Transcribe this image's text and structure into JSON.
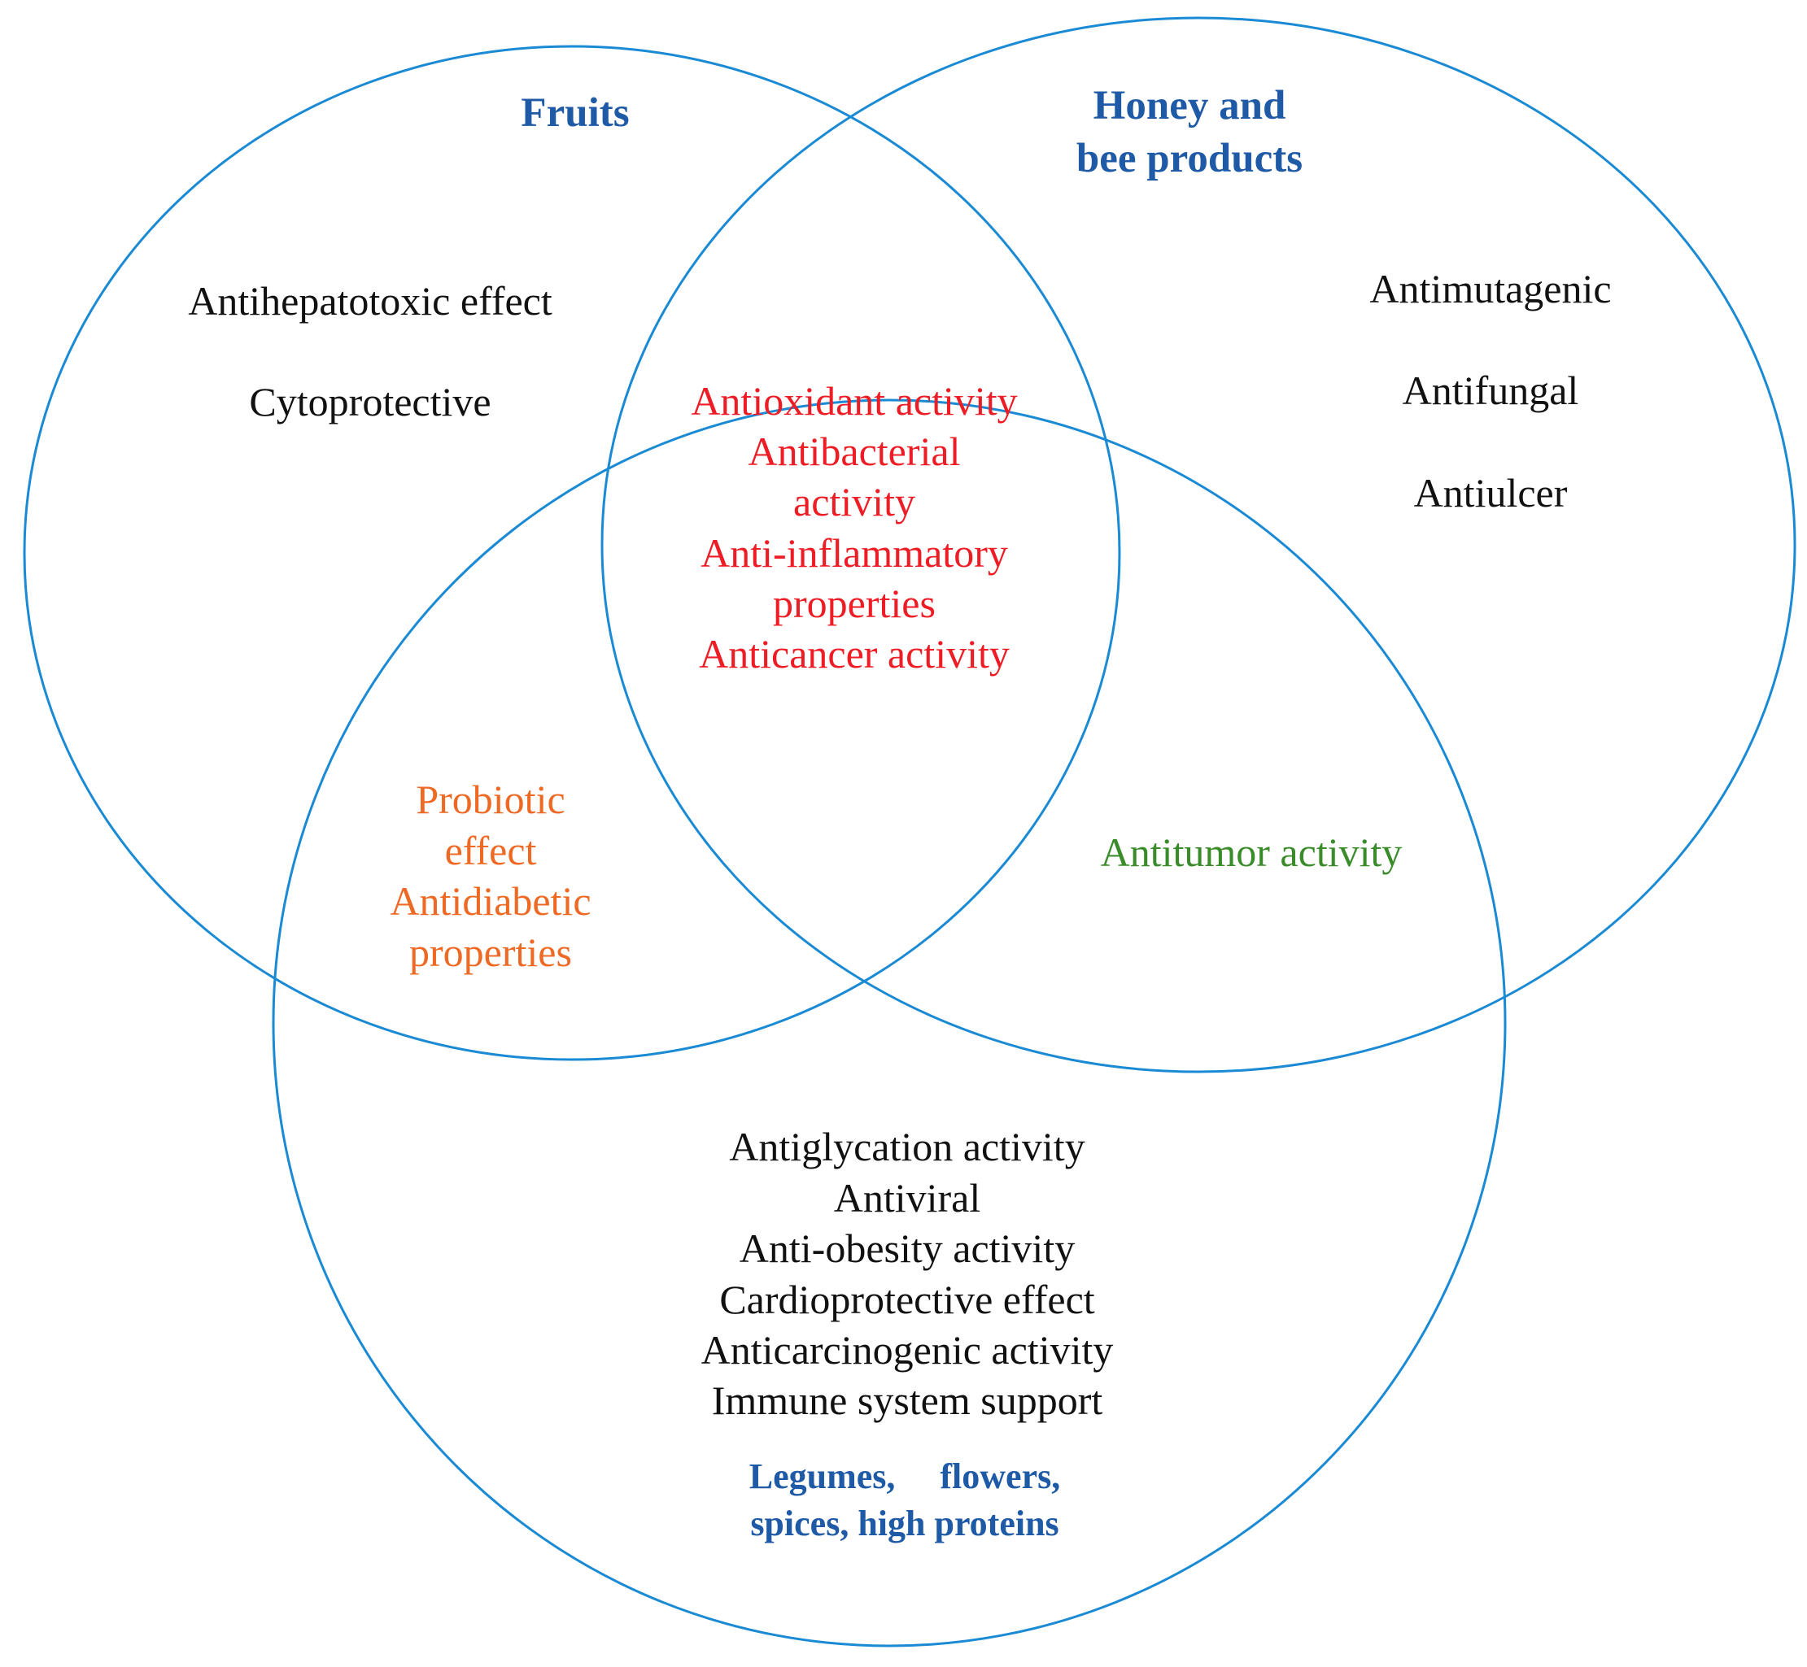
{
  "colors": {
    "circle_stroke": "#1a8ad4",
    "title": "#1f5aa6",
    "black": "#111111",
    "red": "#ee1c24",
    "orange": "#ee6a24",
    "green": "#3a8c2a"
  },
  "sets": {
    "fruits": {
      "title": "Fruits",
      "items": [
        "Antihepatotoxic effect",
        "Cytoprotective"
      ]
    },
    "honey": {
      "title_lines": [
        "Honey and",
        "bee products"
      ],
      "items": [
        "Antimutagenic",
        "Antifungal",
        "Antiulcer"
      ]
    },
    "legumes": {
      "title_lines": [
        "Legumes,     flowers,",
        "spices, high proteins"
      ],
      "items": [
        "Antiglycation activity",
        "Antiviral",
        "Anti-obesity activity",
        "Cardioprotective effect",
        "Anticarcinogenic activity",
        "Immune system support"
      ]
    }
  },
  "intersections": {
    "all_three": [
      "Antioxidant activity",
      "Antibacterial",
      "activity",
      "Anti-inflammatory",
      "properties",
      "Anticancer activity"
    ],
    "fruits_legumes": [
      "Probiotic",
      "effect",
      "Antidiabetic",
      "properties"
    ],
    "honey_legumes": [
      "Antitumor activity"
    ]
  }
}
